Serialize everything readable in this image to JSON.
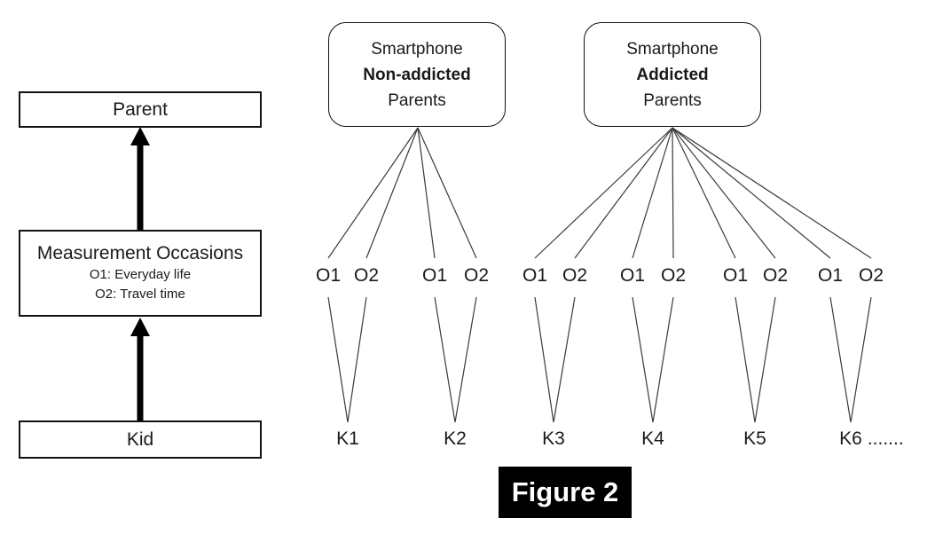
{
  "left_panel": {
    "parent_box": {
      "label": "Parent"
    },
    "measurement_box": {
      "title": "Measurement Occasions",
      "items": [
        "O1: Everyday life",
        "O2: Travel time"
      ]
    },
    "kid_box": {
      "label": "Kid"
    }
  },
  "groups": [
    {
      "title_lines": [
        "Smartphone",
        "Non-addicted",
        "Parents"
      ],
      "kids": [
        {
          "label": "K1",
          "occasions": [
            "O1",
            "O2"
          ]
        },
        {
          "label": "K2",
          "occasions": [
            "O1",
            "O2"
          ]
        }
      ]
    },
    {
      "title_lines": [
        "Smartphone",
        "Addicted",
        "Parents"
      ],
      "kids": [
        {
          "label": "K3",
          "occasions": [
            "O1",
            "O2"
          ]
        },
        {
          "label": "K4",
          "occasions": [
            "O1",
            "O2"
          ]
        },
        {
          "label": "K5",
          "occasions": [
            "O1",
            "O2"
          ]
        },
        {
          "label": "K6",
          "suffix": ".......",
          "occasions": [
            "O1",
            "O2"
          ]
        }
      ]
    }
  ],
  "caption": {
    "text": "Figure 2"
  },
  "colors": {
    "ink": "#1a1a1a",
    "line": "#3a3a3a",
    "caption_bg": "#000000",
    "caption_text": "#ffffff"
  }
}
